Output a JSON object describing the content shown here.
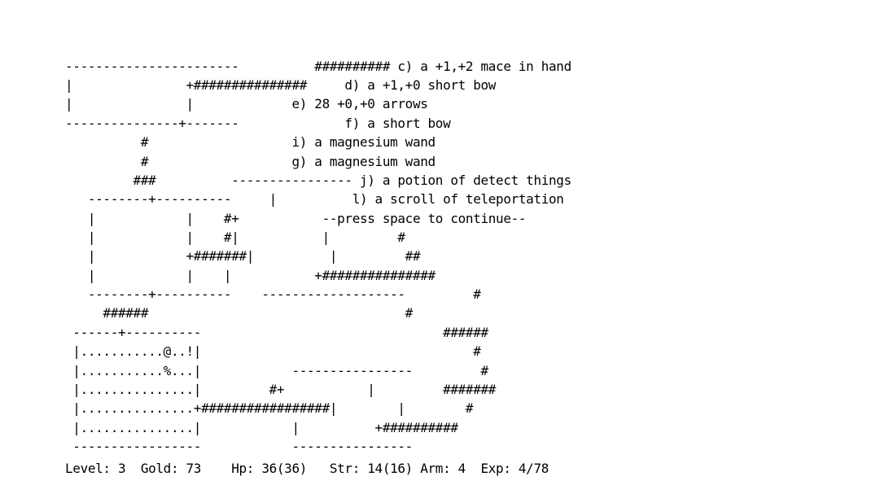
{
  "map": {
    "lines": [
      "-----------------------          ########## c) a +1,+2 mace in hand",
      "|               +###############     d) a +1,+0 short bow",
      "|               |             e) 28 +0,+0 arrows",
      "---------------+-------              f) a short bow",
      "          #                   i) a magnesium wand",
      "          #                   g) a magnesium wand",
      "         ###          ---------------- j) a potion of detect things",
      "   --------+----------     |          l) a scroll of teleportation",
      "   |            |    #+           --press space to continue--",
      "   |            |    #|           |         #",
      "   |            +#######|          |         ##",
      "   |            |    |           +###############",
      "   --------+----------    -------------------         #",
      "     ######                                  #",
      " ------+----------                                ######",
      " |...........@..!|                                    #",
      " |...........%...|            ----------------         #",
      " |...............|         #+           |         #######",
      " |...............+#################|        |        #",
      " |...............|            |          +##########",
      " -----------------            ----------------"
    ]
  },
  "status": {
    "line": "Level: 3  Gold: 73    Hp: 36(36)   Str: 14(16) Arm: 4  Exp: 4/78"
  }
}
